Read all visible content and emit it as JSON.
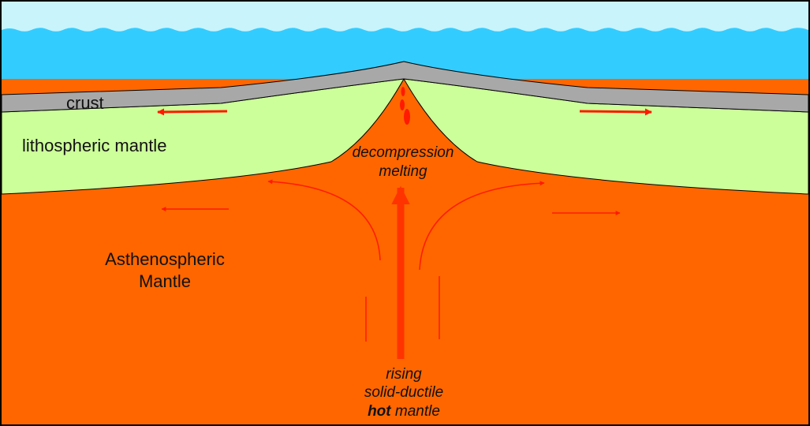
{
  "labels": {
    "crust": "crust",
    "lithospheric_mantle": "lithospheric mantle",
    "asthenospheric_line1": "Asthenospheric",
    "asthenospheric_line2": "Mantle",
    "decompression_line1": "decompression",
    "decompression_line2": "melting",
    "rising_line1": "rising",
    "rising_line2": "solid-ductile",
    "rising_bold": "hot",
    "rising_rest": " mantle"
  },
  "colors": {
    "sky": "#c9f4fb",
    "ocean": "#33ccff",
    "crust": "#a8a8a8",
    "lithosphere": "#ccff99",
    "asthenosphere": "#ff6600",
    "arrow": "#ff1a00",
    "border": "#000000"
  }
}
